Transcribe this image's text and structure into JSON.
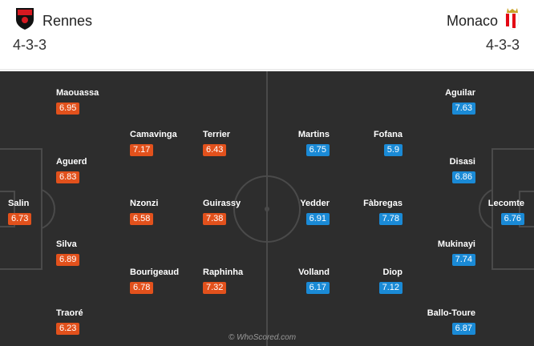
{
  "home": {
    "name": "Rennes",
    "formation": "4-3-3",
    "color": "#e2511c",
    "players": [
      {
        "name": "Maouassa",
        "rating": "6.95"
      },
      {
        "name": "Camavinga",
        "rating": "7.17"
      },
      {
        "name": "Terrier",
        "rating": "6.43"
      },
      {
        "name": "Aguerd",
        "rating": "6.83"
      },
      {
        "name": "Salin",
        "rating": "6.73"
      },
      {
        "name": "Nzonzi",
        "rating": "6.58"
      },
      {
        "name": "Guirassy",
        "rating": "7.38"
      },
      {
        "name": "Silva",
        "rating": "6.89"
      },
      {
        "name": "Bourigeaud",
        "rating": "6.78"
      },
      {
        "name": "Raphinha",
        "rating": "7.32"
      },
      {
        "name": "Traoré",
        "rating": "6.23"
      }
    ]
  },
  "away": {
    "name": "Monaco",
    "formation": "4-3-3",
    "color": "#1a8ad6",
    "players": [
      {
        "name": "Aguilar",
        "rating": "7.63"
      },
      {
        "name": "Martins",
        "rating": "6.75"
      },
      {
        "name": "Fofana",
        "rating": "5.9"
      },
      {
        "name": "Disasi",
        "rating": "6.86"
      },
      {
        "name": "Yedder",
        "rating": "6.91"
      },
      {
        "name": "Fàbregas",
        "rating": "7.78"
      },
      {
        "name": "Lecomte",
        "rating": "6.76"
      },
      {
        "name": "Mukinayi",
        "rating": "7.74"
      },
      {
        "name": "Volland",
        "rating": "6.17"
      },
      {
        "name": "Diop",
        "rating": "7.12"
      },
      {
        "name": "Ballo-Toure",
        "rating": "6.87"
      }
    ]
  },
  "watermark": "© WhoScored.com"
}
